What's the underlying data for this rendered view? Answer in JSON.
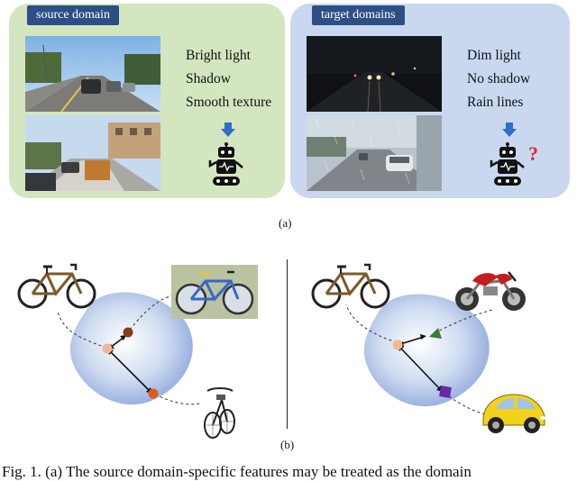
{
  "panel_a": {
    "source_label": "source domain",
    "target_label": "target domains",
    "source_features": [
      "Bright light",
      "Shadow",
      "Smooth texture"
    ],
    "target_features": [
      "Dim light",
      "No shadow",
      "Rain lines"
    ],
    "question_mark": "?",
    "caption": "(a)"
  },
  "panel_b": {
    "caption": "(b)"
  },
  "figure_caption": "Fig. 1.   (a) The source domain-specific features may be treated as the domain"
}
